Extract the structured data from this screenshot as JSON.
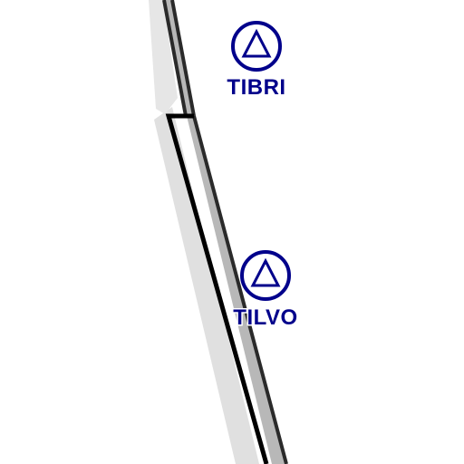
{
  "map": {
    "colors": {
      "background": "#ffffff",
      "waypoint": "#00008b",
      "route_outline": "#1e1e1e",
      "route_fill": "#b8b8b8",
      "route_shadow": "#e0e0e0"
    },
    "waypoints": [
      {
        "id": "tibri",
        "name": "TIBRI",
        "icon": "triangle-in-circle-icon"
      },
      {
        "id": "tilvo",
        "name": "TILVO",
        "icon": "triangle-in-circle-icon"
      }
    ]
  }
}
